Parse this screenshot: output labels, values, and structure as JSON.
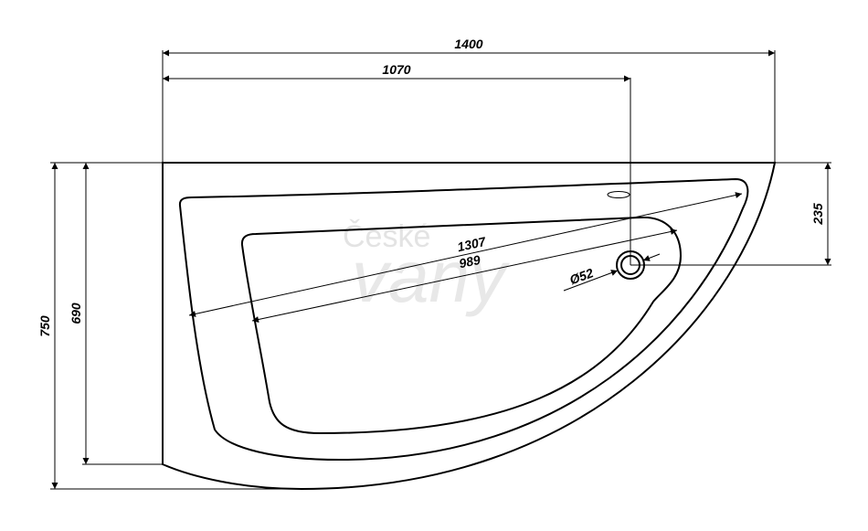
{
  "watermark": {
    "line1": "České",
    "line2": "vany"
  },
  "dimensions": {
    "total_length": "1400",
    "drain_position": "1070",
    "total_width": "750",
    "side_width": "690",
    "drain_offset": "235",
    "inner_diagonal": "1307",
    "basin_diagonal": "989",
    "drain_diameter": "Ø52"
  },
  "colors": {
    "line": "#000000",
    "background": "#ffffff",
    "watermark": "#e3e3e3"
  }
}
